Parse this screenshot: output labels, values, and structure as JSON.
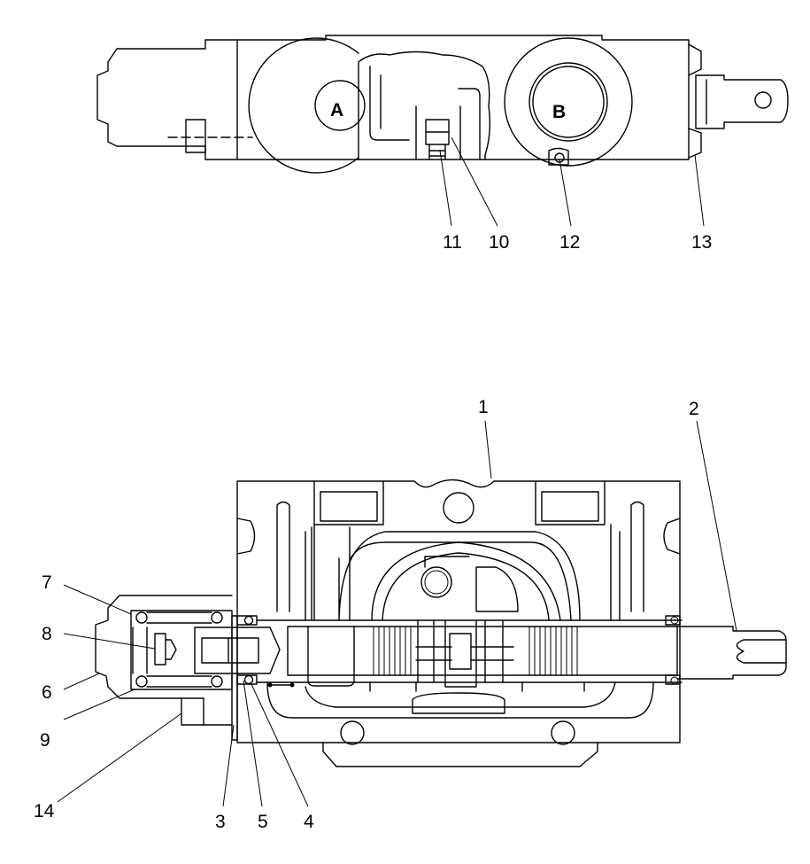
{
  "ports": {
    "a": "A",
    "b": "B"
  },
  "callouts": {
    "c1": "1",
    "c2": "2",
    "c3": "3",
    "c4": "4",
    "c5": "5",
    "c6": "6",
    "c7": "7",
    "c8": "8",
    "c9": "9",
    "c10": "10",
    "c11": "11",
    "c12": "12",
    "c13": "13",
    "c14": "14"
  }
}
